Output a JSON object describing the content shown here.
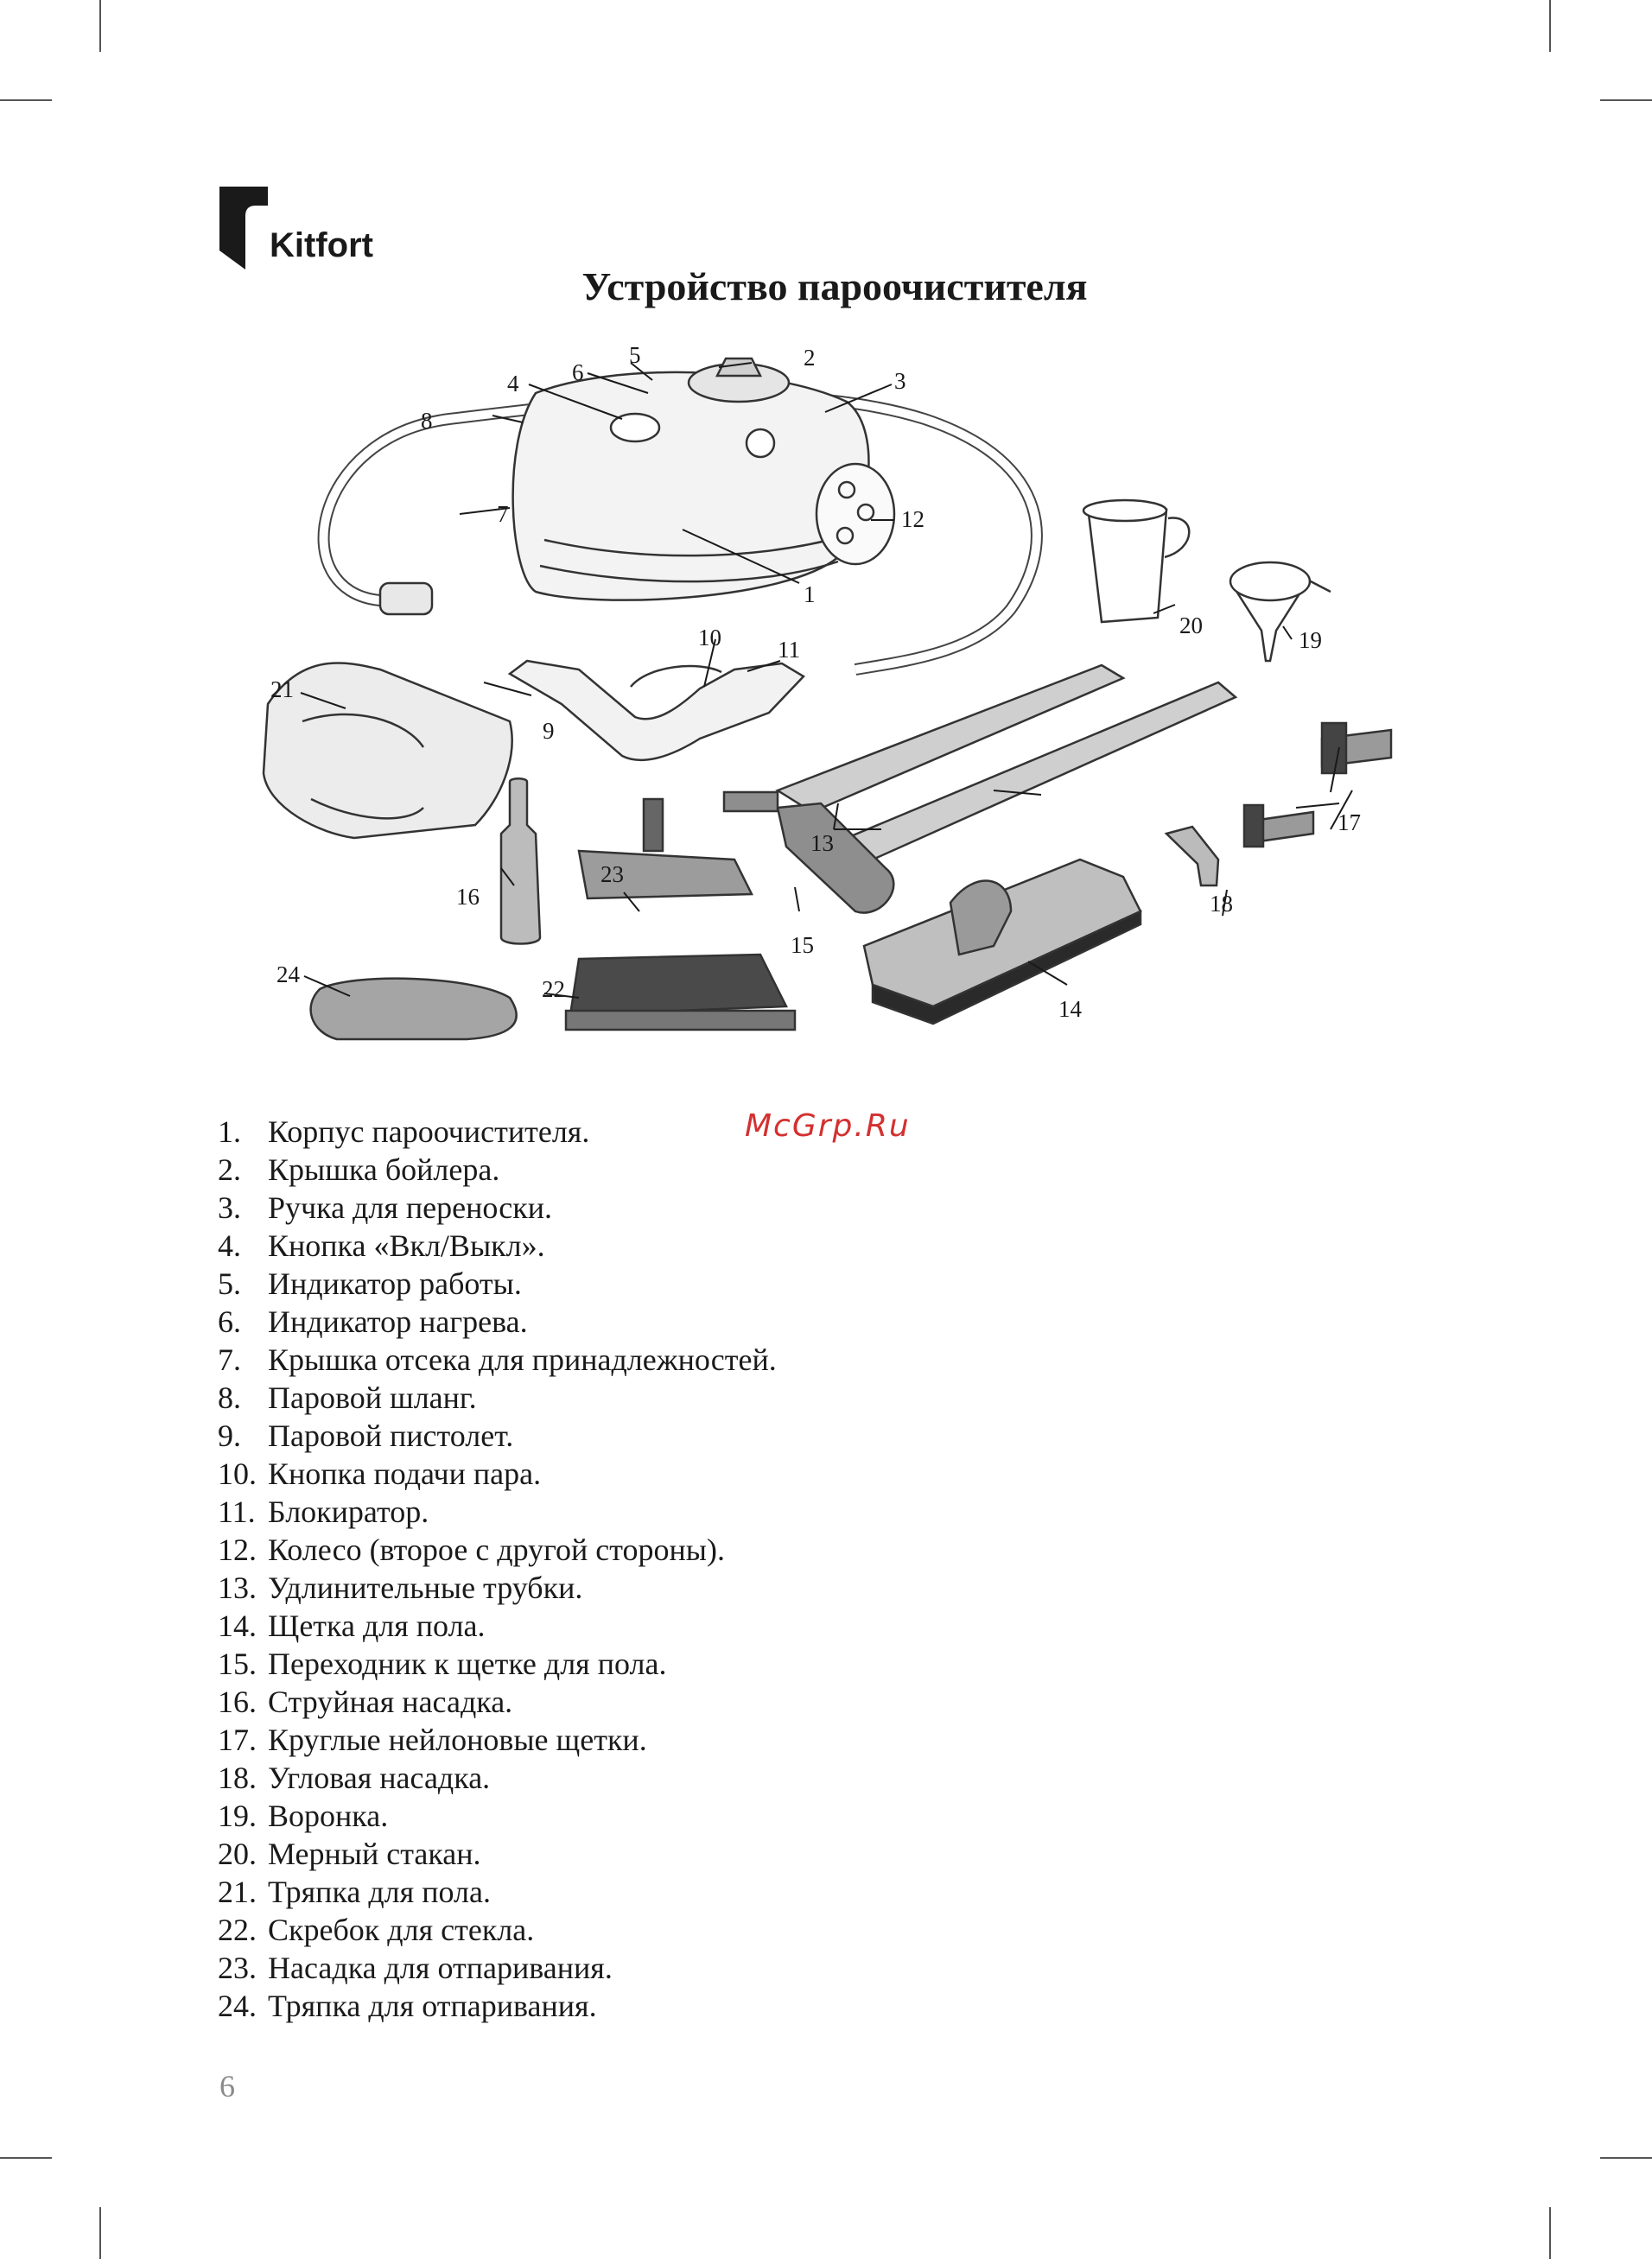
{
  "brand": {
    "name": "Kitfort"
  },
  "title": "Устройство пароочистителя",
  "watermark": "McGrp.Ru",
  "callouts": [
    "1",
    "2",
    "3",
    "4",
    "5",
    "6",
    "7",
    "8",
    "9",
    "10",
    "11",
    "12",
    "13",
    "14",
    "15",
    "16",
    "17",
    "18",
    "19",
    "20",
    "21",
    "22",
    "23",
    "24"
  ],
  "parts": [
    {
      "num": "1.",
      "text": "Корпус пароочистителя."
    },
    {
      "num": "2.",
      "text": "Крышка бойлера."
    },
    {
      "num": "3.",
      "text": "Ручка для переноски."
    },
    {
      "num": "4.",
      "text": "Кнопка «Вкл/Выкл»."
    },
    {
      "num": "5.",
      "text": "Индикатор работы."
    },
    {
      "num": "6.",
      "text": "Индикатор нагрева."
    },
    {
      "num": "7.",
      "text": "Крышка отсека для принадлежностей."
    },
    {
      "num": "8.",
      "text": "Паровой шланг."
    },
    {
      "num": "9.",
      "text": "Паровой пистолет."
    },
    {
      "num": "10.",
      "text": "Кнопка подачи пара."
    },
    {
      "num": "11.",
      "text": "Блокиратор."
    },
    {
      "num": "12.",
      "text": "Колесо (второе с другой стороны)."
    },
    {
      "num": "13.",
      "text": "Удлинительные трубки."
    },
    {
      "num": "14.",
      "text": "Щетка для пола."
    },
    {
      "num": "15.",
      "text": "Переходник к щетке для пола."
    },
    {
      "num": "16.",
      "text": "Струйная насадка."
    },
    {
      "num": "17.",
      "text": "Круглые нейлоновые щетки."
    },
    {
      "num": "18.",
      "text": "Угловая насадка."
    },
    {
      "num": "19.",
      "text": "Воронка."
    },
    {
      "num": "20.",
      "text": "Мерный стакан."
    },
    {
      "num": "21.",
      "text": "Тряпка для пола."
    },
    {
      "num": "22.",
      "text": "Скребок для стекла."
    },
    {
      "num": "23.",
      "text": "Насадка для отпаривания."
    },
    {
      "num": "24.",
      "text": "Тряпка для отпаривания."
    }
  ],
  "page_number": "6"
}
